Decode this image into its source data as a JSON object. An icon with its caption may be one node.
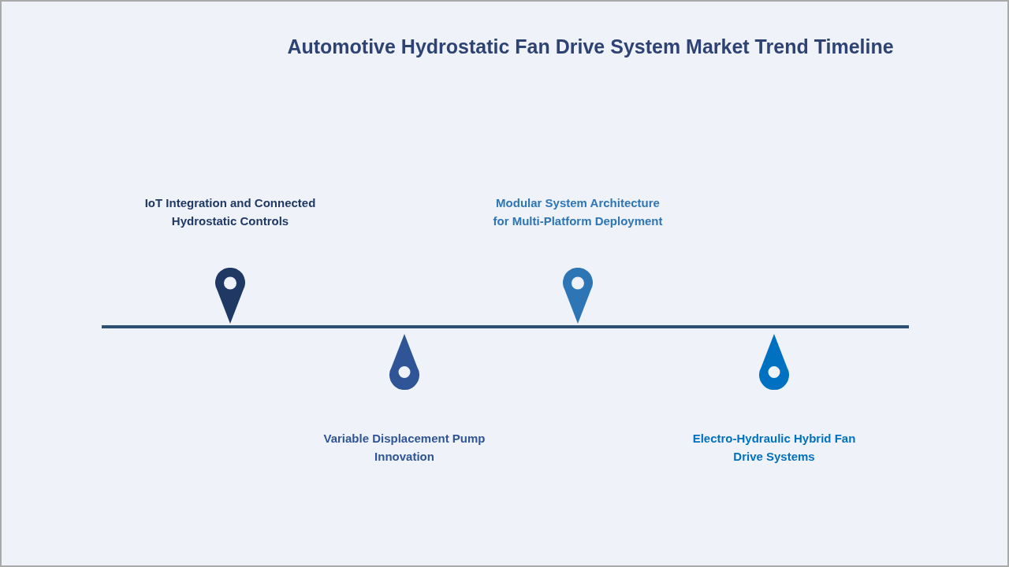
{
  "diagram": {
    "title": "Automotive Hydrostatic Fan Drive System Market Trend Timeline",
    "nodes": [
      {
        "text": [
          "IoT Integration and Connected Hydrostatic Controls"
        ]
      },
      {
        "text": [
          "Variable Displacement Pump Innovation"
        ]
      },
      {
        "text": [
          "Modular System Architecture for Multi-Platform Deployment"
        ]
      },
      {
        "text": [
          "Electro-Hydraulic Hybrid Fan Drive Systems"
        ]
      }
    ]
  }
}
